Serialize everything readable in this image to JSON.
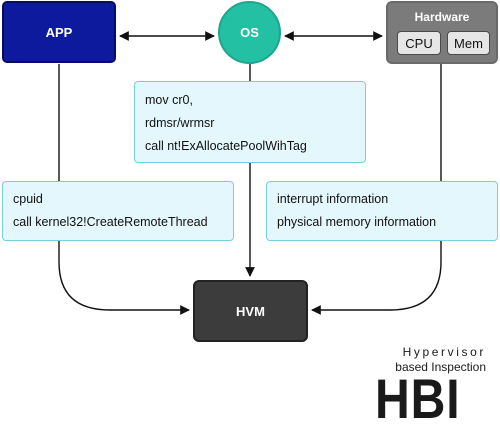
{
  "nodes": {
    "app": "APP",
    "os": "OS",
    "hardware": {
      "title": "Hardware",
      "cpu": "CPU",
      "mem": "Mem"
    },
    "hvm": "HVM"
  },
  "notes": {
    "os": [
      "mov cr0,",
      "rdmsr/wrmsr",
      "call nt!ExAllocatePoolWihTag"
    ],
    "app": [
      "cpuid",
      "call kernel32!CreateRemoteThread"
    ],
    "hardware": [
      "interrupt information",
      "physical memory information"
    ]
  },
  "logo": {
    "line1": "Hypervisor",
    "line2": "based Inspection",
    "acronym": "HBI"
  },
  "colors": {
    "app": "#0d1a9e",
    "os": "#24c0a4",
    "hardware": "#7b7b7b",
    "hvm": "#3c3c3c",
    "note_fill": "#e4f7fc",
    "note_border": "#74cfe1"
  }
}
